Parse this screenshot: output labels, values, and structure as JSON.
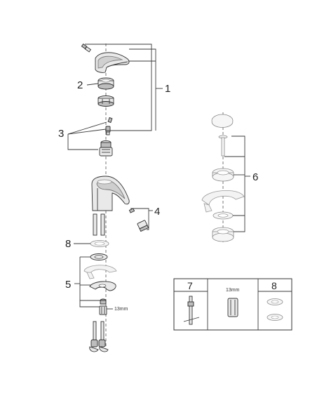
{
  "callouts": {
    "c1": "1",
    "c2": "2",
    "c3": "3",
    "c4": "4",
    "c5": "5",
    "c6": "6",
    "c8_main": "8"
  },
  "notes": {
    "nut_size_main": "13mm"
  },
  "toolbox": {
    "col_7_number": "7",
    "col_13_label": "13mm",
    "col_8_number": "8"
  }
}
